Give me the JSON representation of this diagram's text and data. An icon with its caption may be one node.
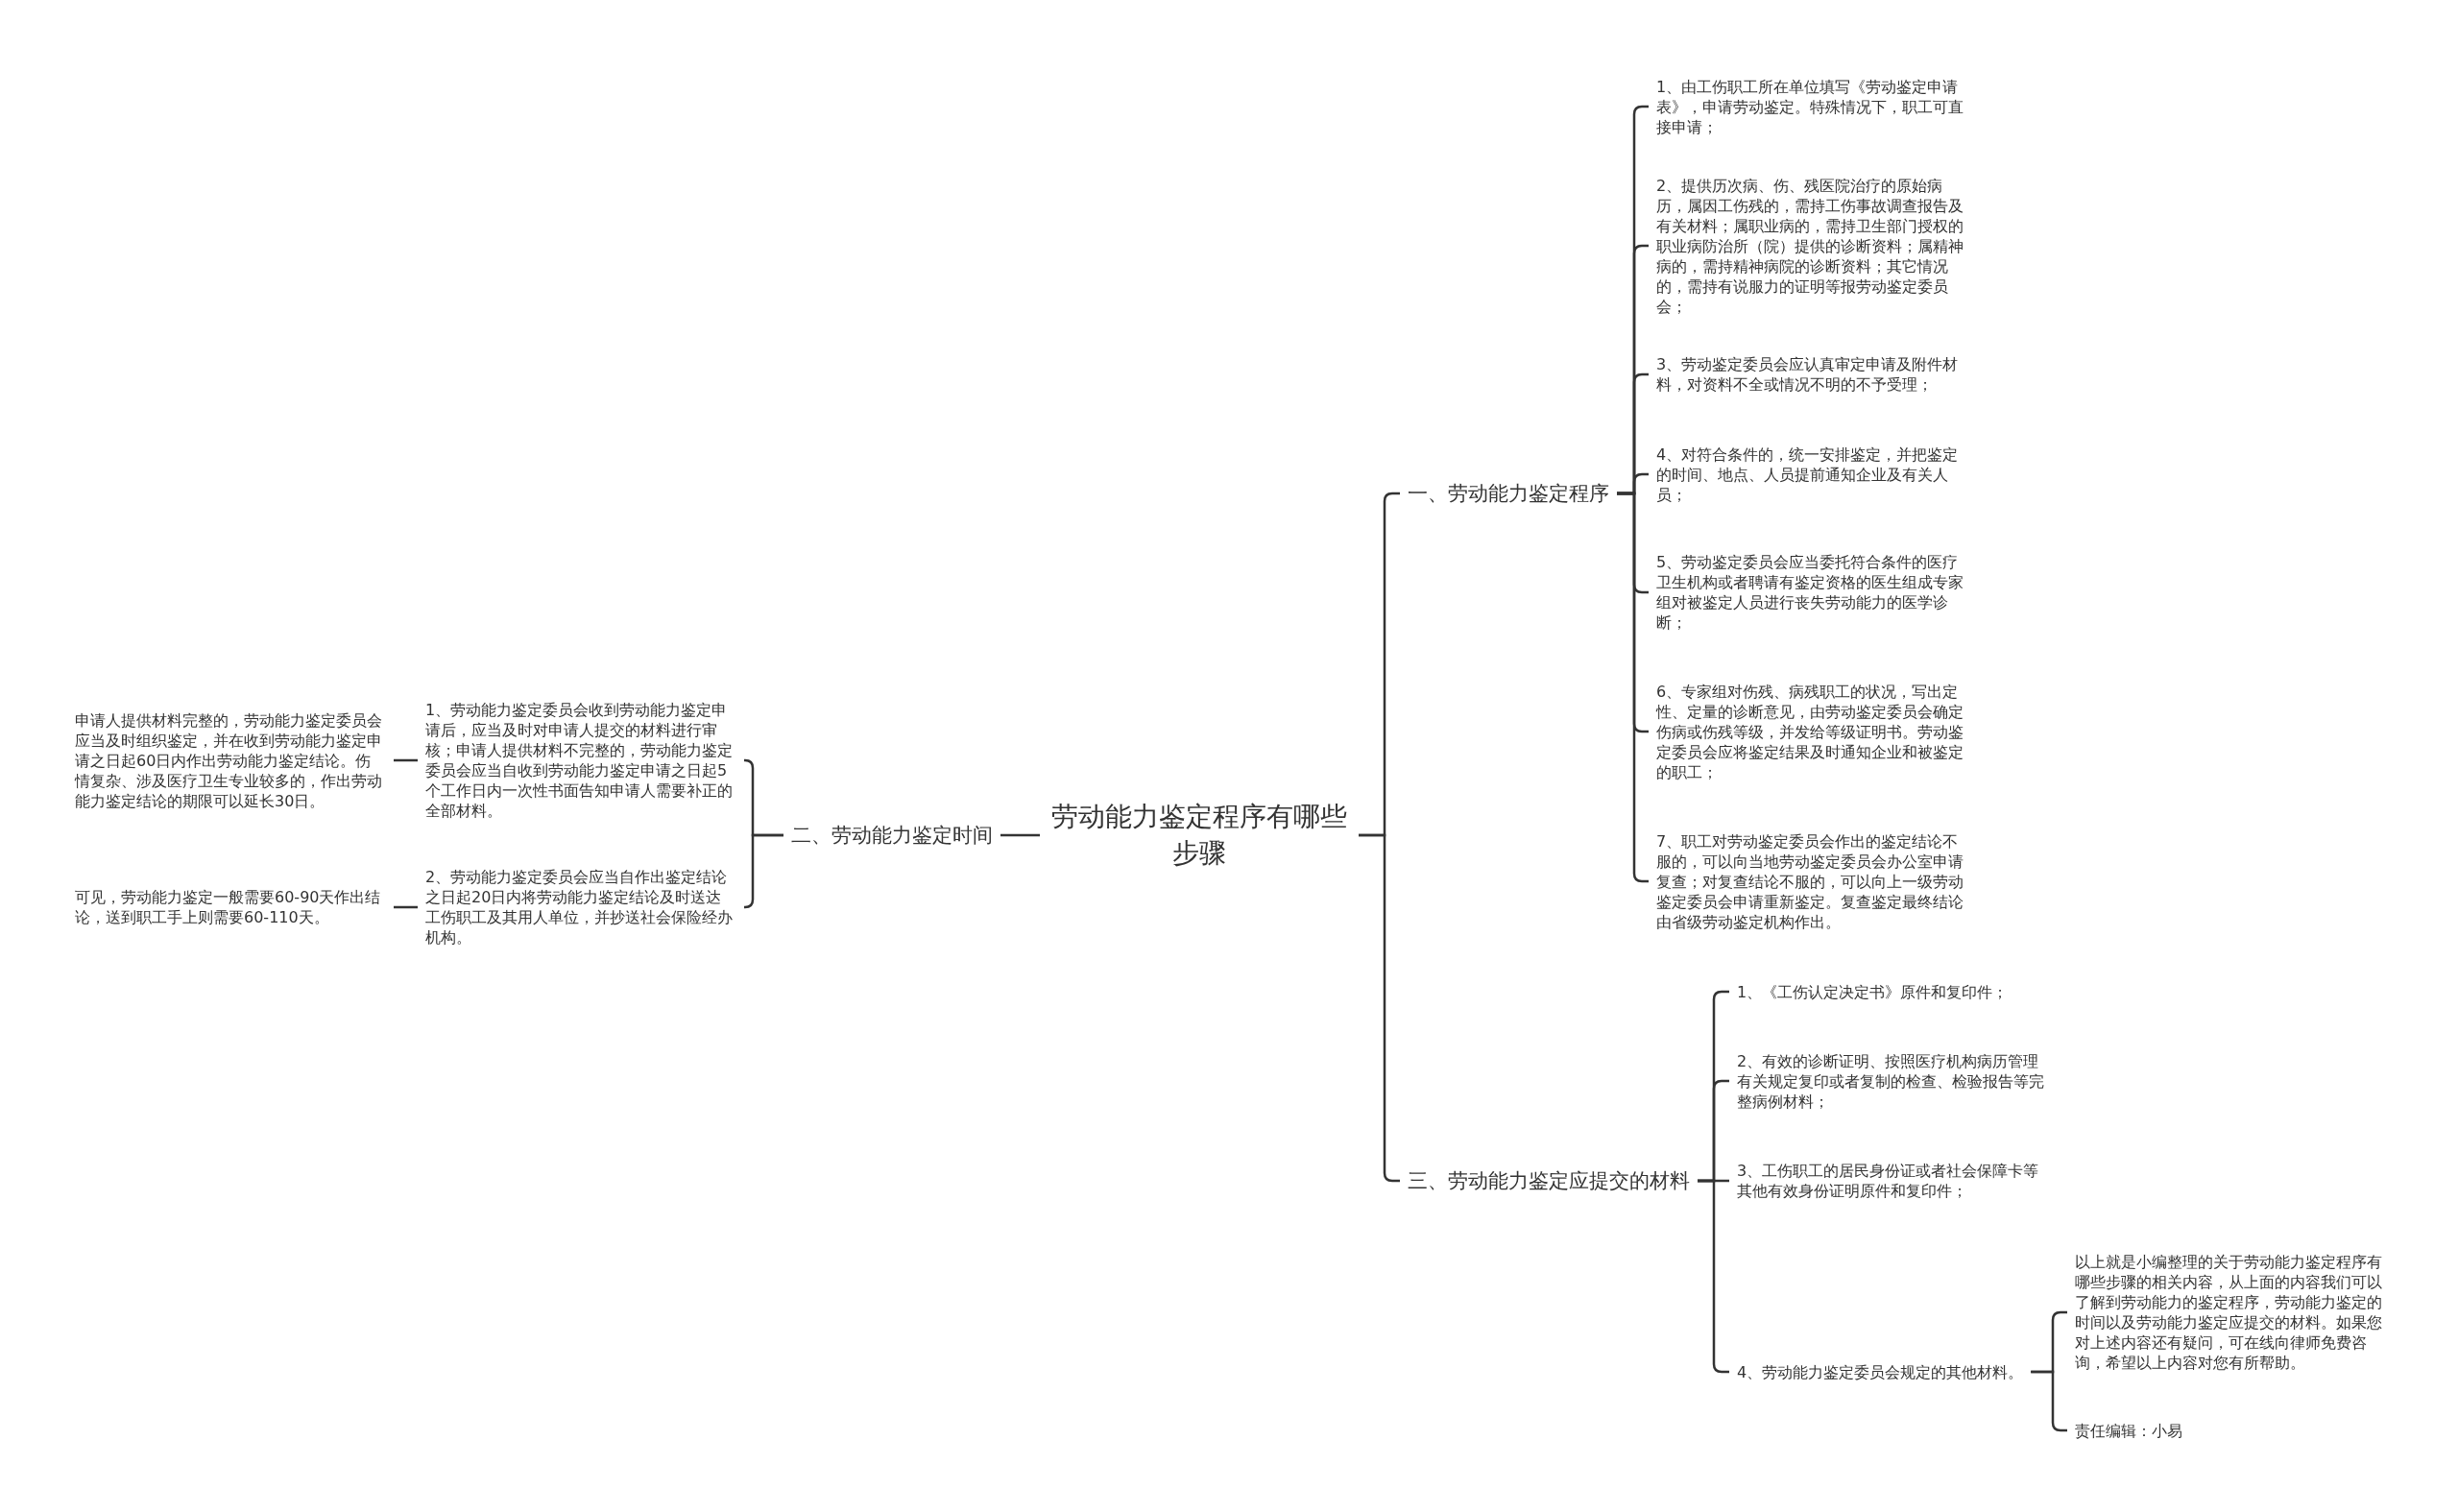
{
  "diagram": {
    "nodes": [
      {
        "text": [
          "劳动能力鉴定程序有哪些步骤"
        ]
      },
      {
        "text": [
          "一、劳动能力鉴定程序"
        ]
      },
      {
        "text": [
          "1、由工伤职工所在单位填写《劳动鉴定申请表》，申请劳动鉴定。特殊情况下，职工可直接申请；"
        ]
      },
      {
        "text": [
          "2、提供历次病、伤、残医院治疗的原始病历，属因工伤残的，需持工伤事故调查报告及有关材料；属职业病的，需持卫生部门授权的职业病防治所（院）提供的诊断资料；属精神病的，需持精神病院的诊断资料；其它情况的，需持有说服力的证明等报劳动鉴定委员会；"
        ]
      },
      {
        "text": [
          "3、劳动鉴定委员会应认真审定申请及附件材料，对资料不全或情况不明的不予受理；"
        ]
      },
      {
        "text": [
          "4、对符合条件的，统一安排鉴定，并把鉴定的时间、地点、人员提前通知企业及有关人员；"
        ]
      },
      {
        "text": [
          "5、劳动鉴定委员会应当委托符合条件的医疗卫生机构或者聘请有鉴定资格的医生组成专家组对被鉴定人员进行丧失劳动能力的医学诊断；"
        ]
      },
      {
        "text": [
          "6、专家组对伤残、病残职工的状况，写出定性、定量的诊断意见，由劳动鉴定委员会确定伤病或伤残等级，并发给等级证明书。劳动鉴定委员会应将鉴定结果及时通知企业和被鉴定的职工；"
        ]
      },
      {
        "text": [
          "7、职工对劳动鉴定委员会作出的鉴定结论不服的，可以向当地劳动鉴定委员会办公室申请复查；对复查结论不服的，可以向上一级劳动鉴定委员会申请重新鉴定。复查鉴定最终结论由省级劳动鉴定机构作出。"
        ]
      },
      {
        "text": [
          "二、劳动能力鉴定时间"
        ]
      },
      {
        "text": [
          "1、劳动能力鉴定委员会收到劳动能力鉴定申请后，应当及时对申请人提交的材料进行审核；申请人提供材料不完整的，劳动能力鉴定委员会应当自收到劳动能力鉴定申请之日起5个工作日内一次性书面告知申请人需要补正的全部材料。"
        ]
      },
      {
        "text": [
          "2、劳动能力鉴定委员会应当自作出鉴定结论之日起20日内将劳动能力鉴定结论及时送达工伤职工及其用人单位，并抄送社会保险经办机构。"
        ]
      },
      {
        "text": [
          "申请人提供材料完整的，劳动能力鉴定委员会应当及时组织鉴定，并在收到劳动能力鉴定申请之日起60日内作出劳动能力鉴定结论。伤情复杂、涉及医疗卫生专业较多的，作出劳动能力鉴定结论的期限可以延长30日。"
        ]
      },
      {
        "text": [
          "可见，劳动能力鉴定一般需要60-90天作出结论，送到职工手上则需要60-110天。"
        ]
      },
      {
        "text": [
          "三、劳动能力鉴定应提交的材料"
        ]
      },
      {
        "text": [
          "1、《工伤认定决定书》原件和复印件；"
        ]
      },
      {
        "text": [
          "2、有效的诊断证明、按照医疗机构病历管理有关规定复印或者复制的检查、检验报告等完整病例材料；"
        ]
      },
      {
        "text": [
          "3、工伤职工的居民身份证或者社会保障卡等其他有效身份证明原件和复印件；"
        ]
      },
      {
        "text": [
          "4、劳动能力鉴定委员会规定的其他材料。"
        ]
      },
      {
        "text": [
          "以上就是小编整理的关于劳动能力鉴定程序有哪些步骤的相关内容，从上面的内容我们可以了解到劳动能力的鉴定程序，劳动能力鉴定的时间以及劳动能力鉴定应提交的材料。如果您对上述内容还有疑问，可在线向律师免费咨询，希望以上内容对您有所帮助。"
        ]
      },
      {
        "text": [
          "责任编辑：小易"
        ]
      }
    ],
    "edges": [
      {
        "from": 0,
        "to": 1,
        "arrow": "none"
      },
      {
        "from": 1,
        "to": 2,
        "arrow": "none"
      },
      {
        "from": 1,
        "to": 3,
        "arrow": "none"
      },
      {
        "from": 1,
        "to": 4,
        "arrow": "none"
      },
      {
        "from": 1,
        "to": 5,
        "arrow": "none"
      },
      {
        "from": 1,
        "to": 6,
        "arrow": "none"
      },
      {
        "from": 1,
        "to": 7,
        "arrow": "none"
      },
      {
        "from": 1,
        "to": 8,
        "arrow": "none"
      },
      {
        "from": 0,
        "to": 9,
        "arrow": "none"
      },
      {
        "from": 9,
        "to": 10,
        "arrow": "none"
      },
      {
        "from": 9,
        "to": 11,
        "arrow": "none"
      },
      {
        "from": 10,
        "to": 12,
        "arrow": "none"
      },
      {
        "from": 11,
        "to": 13,
        "arrow": "none"
      },
      {
        "from": 0,
        "to": 14,
        "arrow": "none"
      },
      {
        "from": 14,
        "to": 15,
        "arrow": "none"
      },
      {
        "from": 14,
        "to": 16,
        "arrow": "none"
      },
      {
        "from": 14,
        "to": 17,
        "arrow": "none"
      },
      {
        "from": 14,
        "to": 18,
        "arrow": "none"
      },
      {
        "from": 18,
        "to": 19,
        "arrow": "none"
      },
      {
        "from": 18,
        "to": 20,
        "arrow": "none"
      }
    ]
  }
}
